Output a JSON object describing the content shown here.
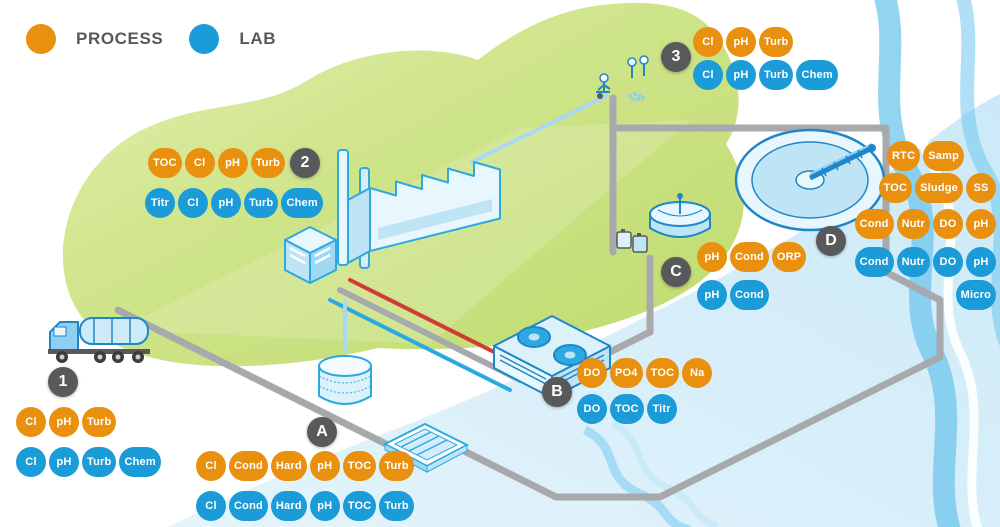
{
  "legend": {
    "process": "PROCESS",
    "lab": "LAB"
  },
  "colors": {
    "process": "#E9910F",
    "lab": "#1B9CD8",
    "marker": "#58595B",
    "pipe": "#A7A9AC"
  },
  "stations": {
    "s1": {
      "marker": "1",
      "process": [
        "Cl",
        "pH",
        "Turb"
      ],
      "lab": [
        "Cl",
        "pH",
        "Turb",
        "Chem"
      ]
    },
    "s2": {
      "marker": "2",
      "process": [
        "TOC",
        "Cl",
        "pH",
        "Turb"
      ],
      "lab": [
        "Titr",
        "Cl",
        "pH",
        "Turb",
        "Chem"
      ]
    },
    "s3": {
      "marker": "3",
      "process": [
        "Cl",
        "pH",
        "Turb"
      ],
      "lab": [
        "Cl",
        "pH",
        "Turb",
        "Chem"
      ]
    },
    "sA": {
      "marker": "A",
      "process": [
        "Cl",
        "Cond",
        "Hard",
        "pH",
        "TOC",
        "Turb"
      ],
      "lab": [
        "Cl",
        "Cond",
        "Hard",
        "pH",
        "TOC",
        "Turb"
      ]
    },
    "sB": {
      "marker": "B",
      "process": [
        "DO",
        "PO4",
        "TOC",
        "Na"
      ],
      "lab": [
        "DO",
        "TOC",
        "Titr"
      ]
    },
    "sC": {
      "marker": "C",
      "process": [
        "pH",
        "Cond",
        "ORP"
      ],
      "lab": [
        "pH",
        "Cond"
      ]
    },
    "sD": {
      "marker": "D",
      "process_rows": [
        [
          "RTC",
          "Samp"
        ],
        [
          "TOC",
          "Sludge",
          "SS"
        ],
        [
          "Cond",
          "Nutr",
          "DO",
          "pH"
        ]
      ],
      "lab_rows": [
        [
          "Cond",
          "Nutr",
          "DO",
          "pH"
        ],
        [
          "Micro"
        ]
      ]
    }
  }
}
